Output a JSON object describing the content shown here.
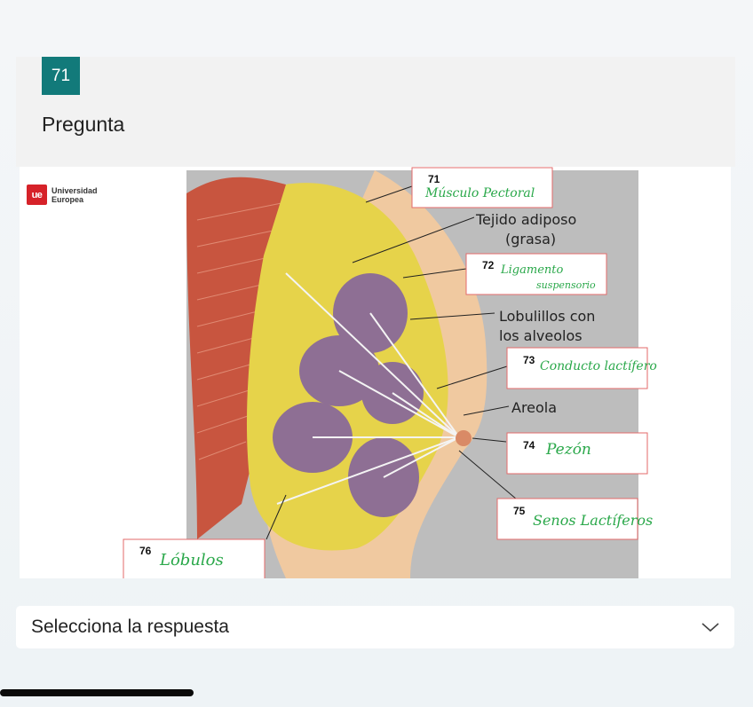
{
  "question": {
    "number": "71",
    "label": "Pregunta"
  },
  "figure": {
    "logo": {
      "mark": "ue",
      "line1": "Universidad",
      "line2": "Europea"
    },
    "printed_labels": {
      "tejido_1": "Tejido adiposo",
      "tejido_2": "(grasa)",
      "lobulillos_1": "Lobulillos con",
      "lobulillos_2": "los alveolos",
      "areola": "Areola"
    },
    "answer_boxes": [
      {
        "number": "71",
        "handwritten": "Músculo Pectoral"
      },
      {
        "number": "72",
        "handwritten_1": "Ligamento",
        "handwritten_2": "suspensorio"
      },
      {
        "number": "73",
        "handwritten": "Conducto lactífero"
      },
      {
        "number": "74",
        "handwritten": "Pezón"
      },
      {
        "number": "75",
        "handwritten": "Senos Lactíferos"
      },
      {
        "number": "76",
        "handwritten": "Lóbulos"
      }
    ],
    "colors": {
      "muscle": "#c8553f",
      "fat": "#e6d34a",
      "lobule": "#8e6f94",
      "skin": "#f0c9a0",
      "background_panel": "#bdbdbd",
      "answer_box_border": "#e36a6a",
      "handwriting": "#2aa84a"
    }
  },
  "select": {
    "placeholder": "Selecciona la respuesta",
    "icon": "chevron-down-icon"
  },
  "theme": {
    "accent": "#127a7a"
  }
}
